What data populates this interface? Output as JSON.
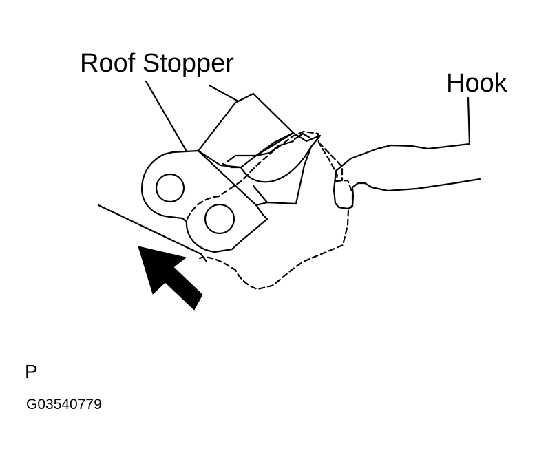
{
  "labels": {
    "roof_stopper": "Roof Stopper",
    "hook": "Hook",
    "view_marker": "P",
    "figure_code": "G03540779"
  },
  "colors": {
    "ink": "#000000",
    "background": "#ffffff"
  }
}
